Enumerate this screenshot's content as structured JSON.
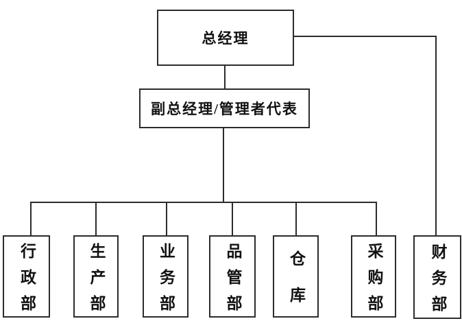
{
  "org_chart": {
    "root": {
      "label": "总经理"
    },
    "deputy": {
      "label": "副总经理/管理者代表"
    },
    "departments": [
      {
        "label": "行政部"
      },
      {
        "label": "生产部"
      },
      {
        "label": "业务部"
      },
      {
        "label": "品管部"
      },
      {
        "label": "仓库"
      },
      {
        "label": "采购部"
      },
      {
        "label": "财务部"
      }
    ],
    "colors": {
      "line": "#2b2b2b",
      "background": "#ffffff",
      "text": "#111111"
    }
  }
}
